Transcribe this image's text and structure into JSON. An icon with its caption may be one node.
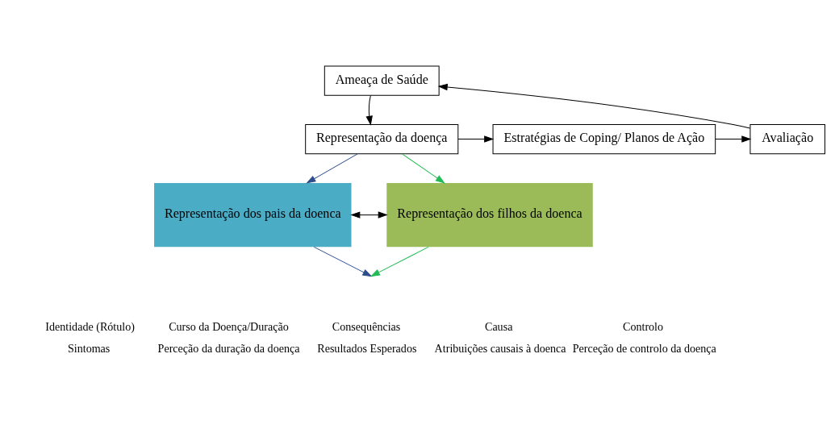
{
  "diagram": {
    "nodes": [
      {
        "text": [
          "Ameaça de Saúde"
        ]
      },
      {
        "text": [
          "Representação da doença"
        ]
      },
      {
        "text": [
          "Estratégias de Coping/ Planos de Ação"
        ]
      },
      {
        "text": [
          "Avaliação"
        ]
      },
      {
        "text": [
          "Representação dos pais da doenca"
        ]
      },
      {
        "text": [
          "Representação dos filhos da doenca"
        ]
      }
    ],
    "edges": [
      {
        "from": 0,
        "to": 1,
        "arrow": "to"
      },
      {
        "from": 1,
        "to": 2,
        "arrow": "to"
      },
      {
        "from": 2,
        "to": 3,
        "arrow": "to"
      },
      {
        "from": 3,
        "to": 0,
        "arrow": "to"
      },
      {
        "from": 1,
        "to": 4,
        "arrow": "to",
        "color": "#2e4e8a"
      },
      {
        "from": 1,
        "to": 5,
        "arrow": "to",
        "color": "#22bb55"
      },
      {
        "from": 4,
        "to": 5,
        "arrow": "both"
      },
      {
        "from": 4,
        "to": null,
        "arrow": "to",
        "color": "#2e4e8a"
      },
      {
        "from": 5,
        "to": null,
        "arrow": "to",
        "color": "#22bb55"
      }
    ],
    "labels": [
      "Identidade (Rótulo)",
      "Curso da Doença/Duração",
      "Consequências",
      "Causa",
      "Controlo",
      "Sintomas",
      "Perceção da duração da doença",
      "Resultados Esperados",
      "Atribuições causais à doenca",
      "Perceção de controlo da doença"
    ]
  }
}
